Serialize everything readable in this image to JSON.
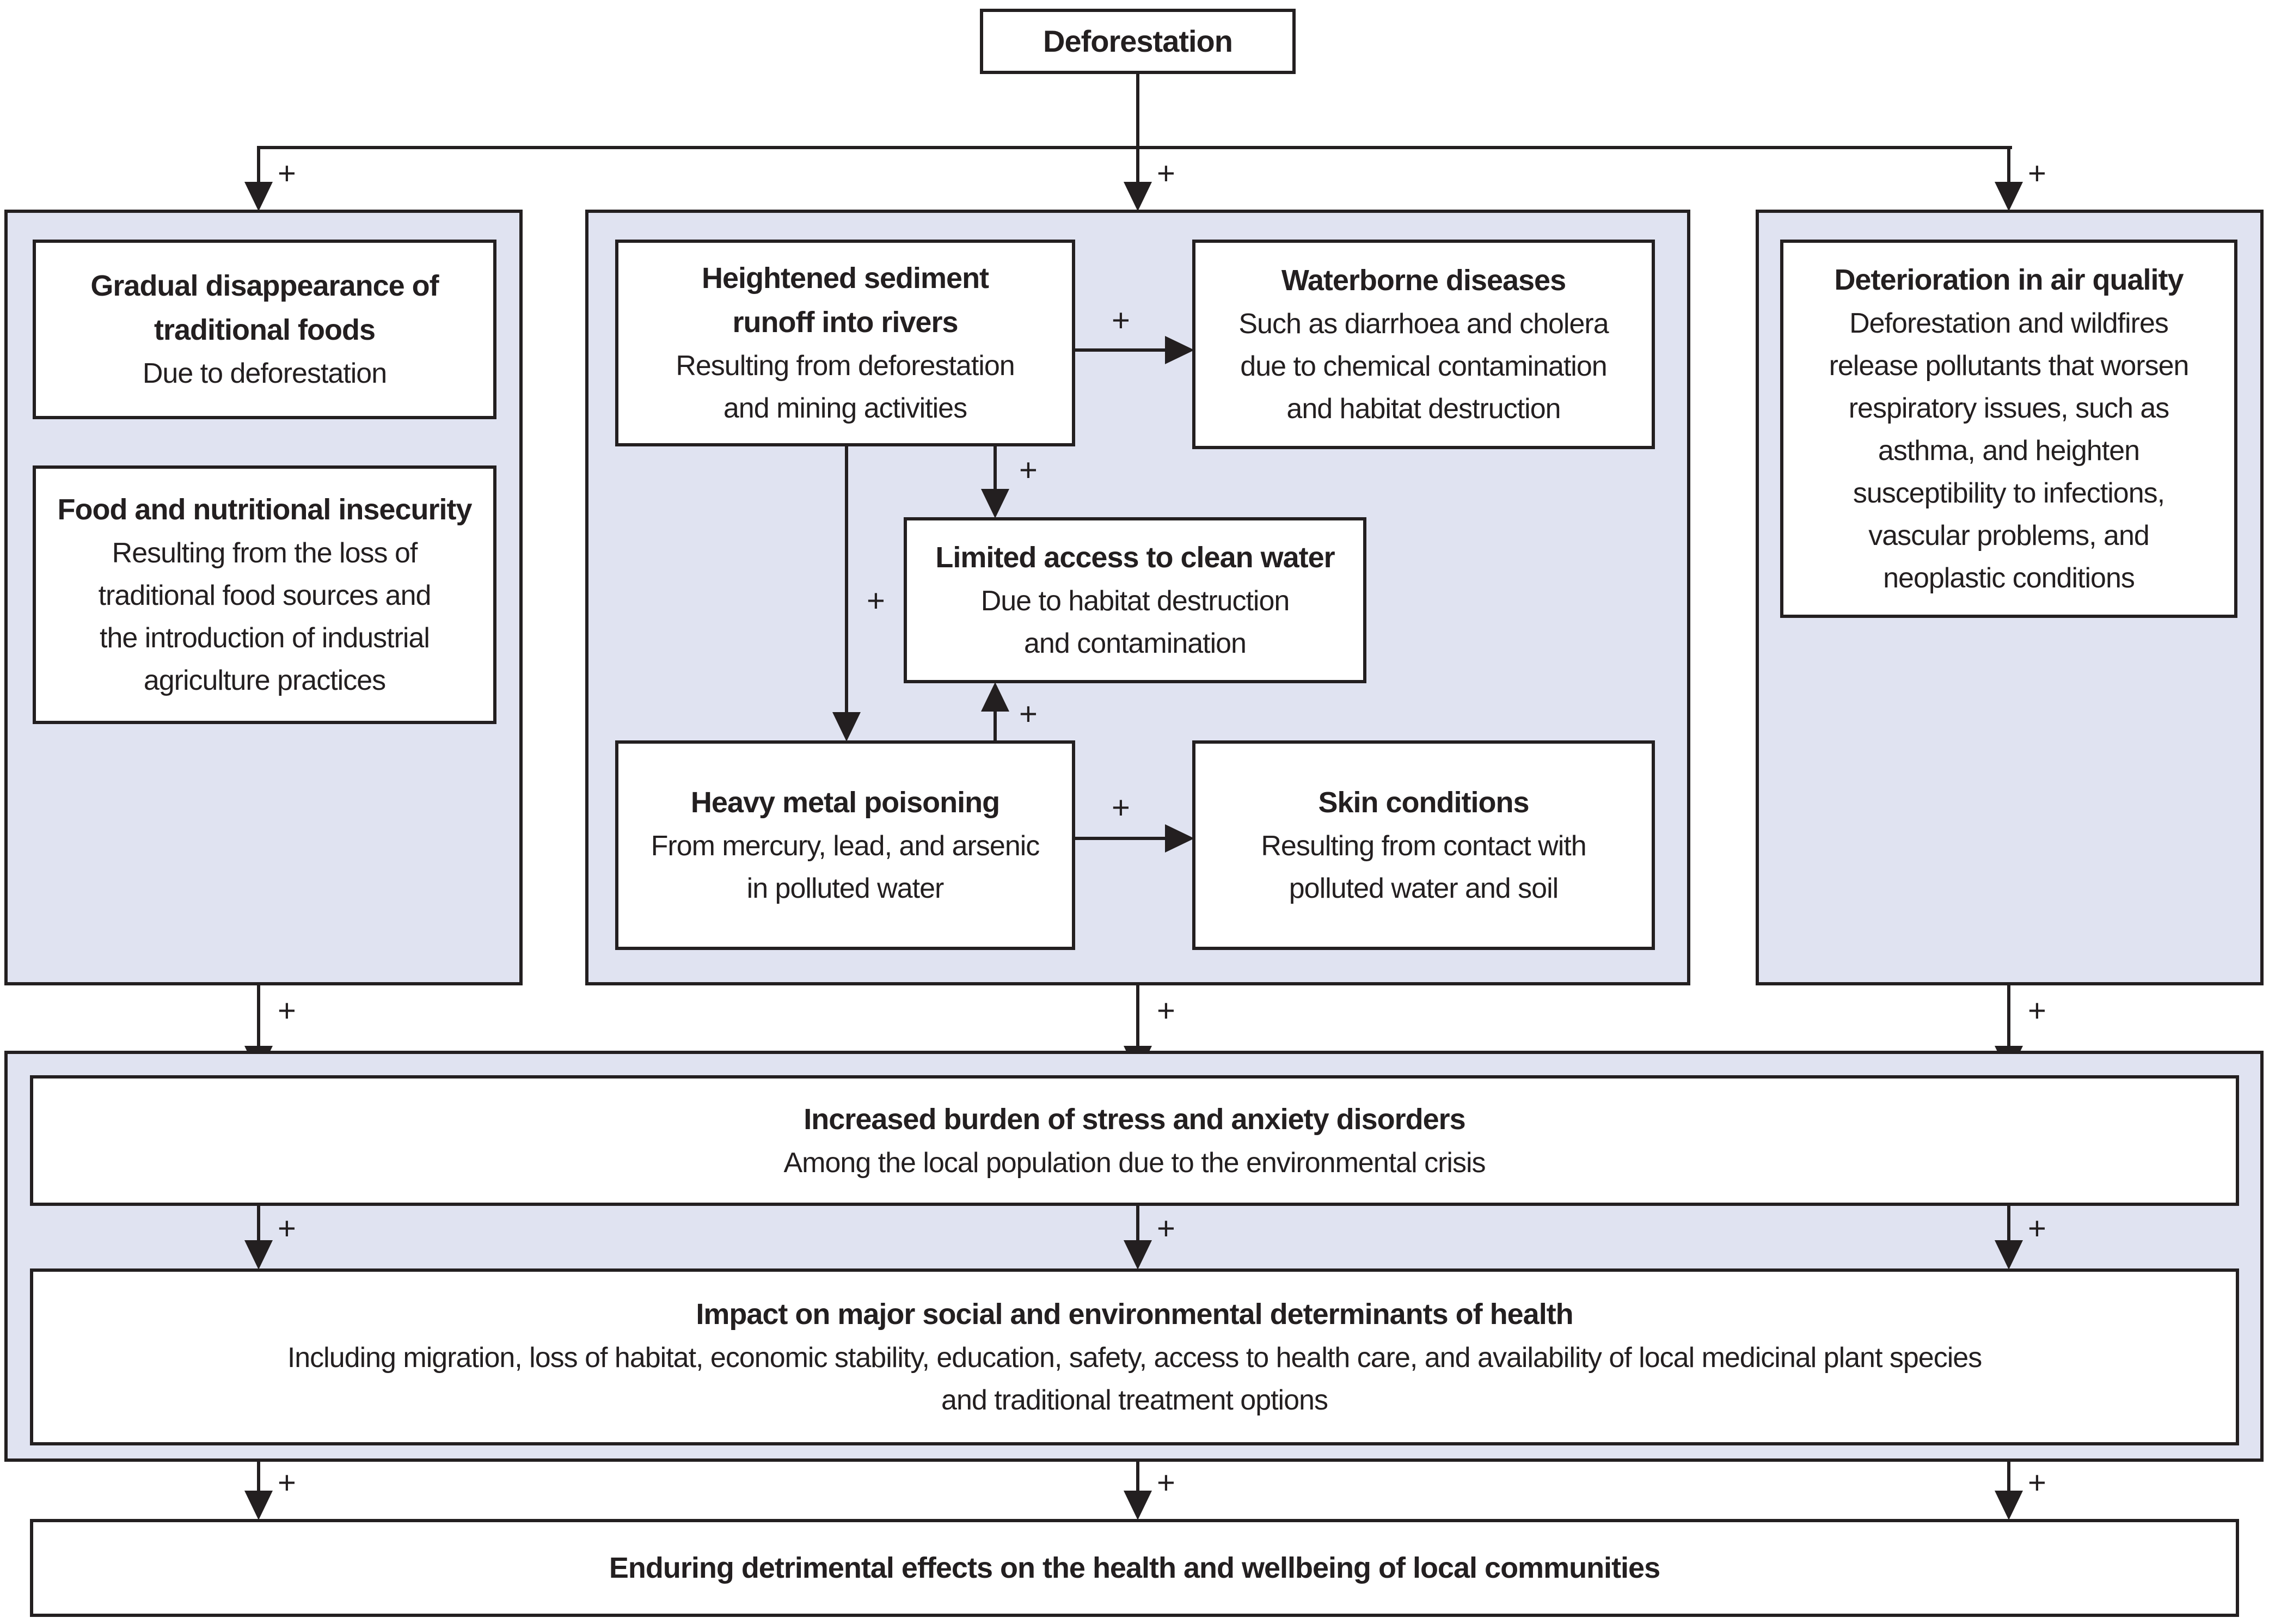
{
  "colors": {
    "panel_fill": "#e0e3f1",
    "box_fill": "#ffffff",
    "line": "#231f20",
    "text": "#231f20"
  },
  "edge_label": "+",
  "nodes": {
    "deforestation": {
      "title": "Deforestation"
    },
    "traditional_foods": {
      "title": "Gradual disappearance of\ntraditional foods",
      "body": "Due to deforestation"
    },
    "food_insecurity": {
      "title": "Food and nutritional insecurity",
      "body": "Resulting from the loss of\ntraditional food sources and\nthe introduction of industrial\nagriculture practices"
    },
    "sediment_runoff": {
      "title": "Heightened sediment\nrunoff into rivers",
      "body": "Resulting from deforestation\nand mining activities"
    },
    "waterborne_diseases": {
      "title": "Waterborne diseases",
      "body": "Such as diarrhoea and cholera\ndue to chemical contamination\nand habitat destruction"
    },
    "clean_water": {
      "title": "Limited access to clean water",
      "body": "Due to habitat destruction\nand contamination"
    },
    "heavy_metal": {
      "title": "Heavy metal poisoning",
      "body": "From mercury, lead, and arsenic\nin polluted water"
    },
    "skin_conditions": {
      "title": "Skin conditions",
      "body": "Resulting from contact with\npolluted water and soil"
    },
    "air_quality": {
      "title": "Deterioration in air quality",
      "body": "Deforestation and wildfires\nrelease pollutants that worsen\nrespiratory issues, such as\nasthma, and heighten\nsusceptibility to infections,\nvascular problems, and\nneoplastic conditions"
    },
    "stress_anxiety": {
      "title": "Increased burden of stress and anxiety disorders",
      "body": "Among the local population due to the environmental crisis"
    },
    "social_determinants": {
      "title": "Impact on major social and environmental determinants of health",
      "body": "Including migration, loss of habitat, economic stability, education, safety, access to health care, and availability of local medicinal plant species\nand traditional treatment options"
    },
    "enduring_effects": {
      "title": "Enduring detrimental effects on the health and wellbeing of local communities"
    }
  },
  "edges": [
    {
      "from": "deforestation",
      "to": "food-panel",
      "sign": "+"
    },
    {
      "from": "deforestation",
      "to": "water-panel",
      "sign": "+"
    },
    {
      "from": "deforestation",
      "to": "air-panel",
      "sign": "+"
    },
    {
      "from": "sediment_runoff",
      "to": "waterborne_diseases",
      "sign": "+"
    },
    {
      "from": "sediment_runoff",
      "to": "clean_water",
      "sign": "+"
    },
    {
      "from": "sediment_runoff",
      "to": "heavy_metal",
      "sign": "+"
    },
    {
      "from": "heavy_metal",
      "to": "clean_water",
      "sign": "+"
    },
    {
      "from": "heavy_metal",
      "to": "skin_conditions",
      "sign": "+"
    },
    {
      "from": "food-panel",
      "to": "stress_anxiety",
      "sign": "+"
    },
    {
      "from": "water-panel",
      "to": "stress_anxiety",
      "sign": "+"
    },
    {
      "from": "air-panel",
      "to": "stress_anxiety",
      "sign": "+"
    },
    {
      "from": "stress_anxiety",
      "to": "social_determinants",
      "sign": "+",
      "count": 3
    },
    {
      "from": "social_determinants",
      "to": "enduring_effects",
      "sign": "+",
      "count": 3
    }
  ]
}
